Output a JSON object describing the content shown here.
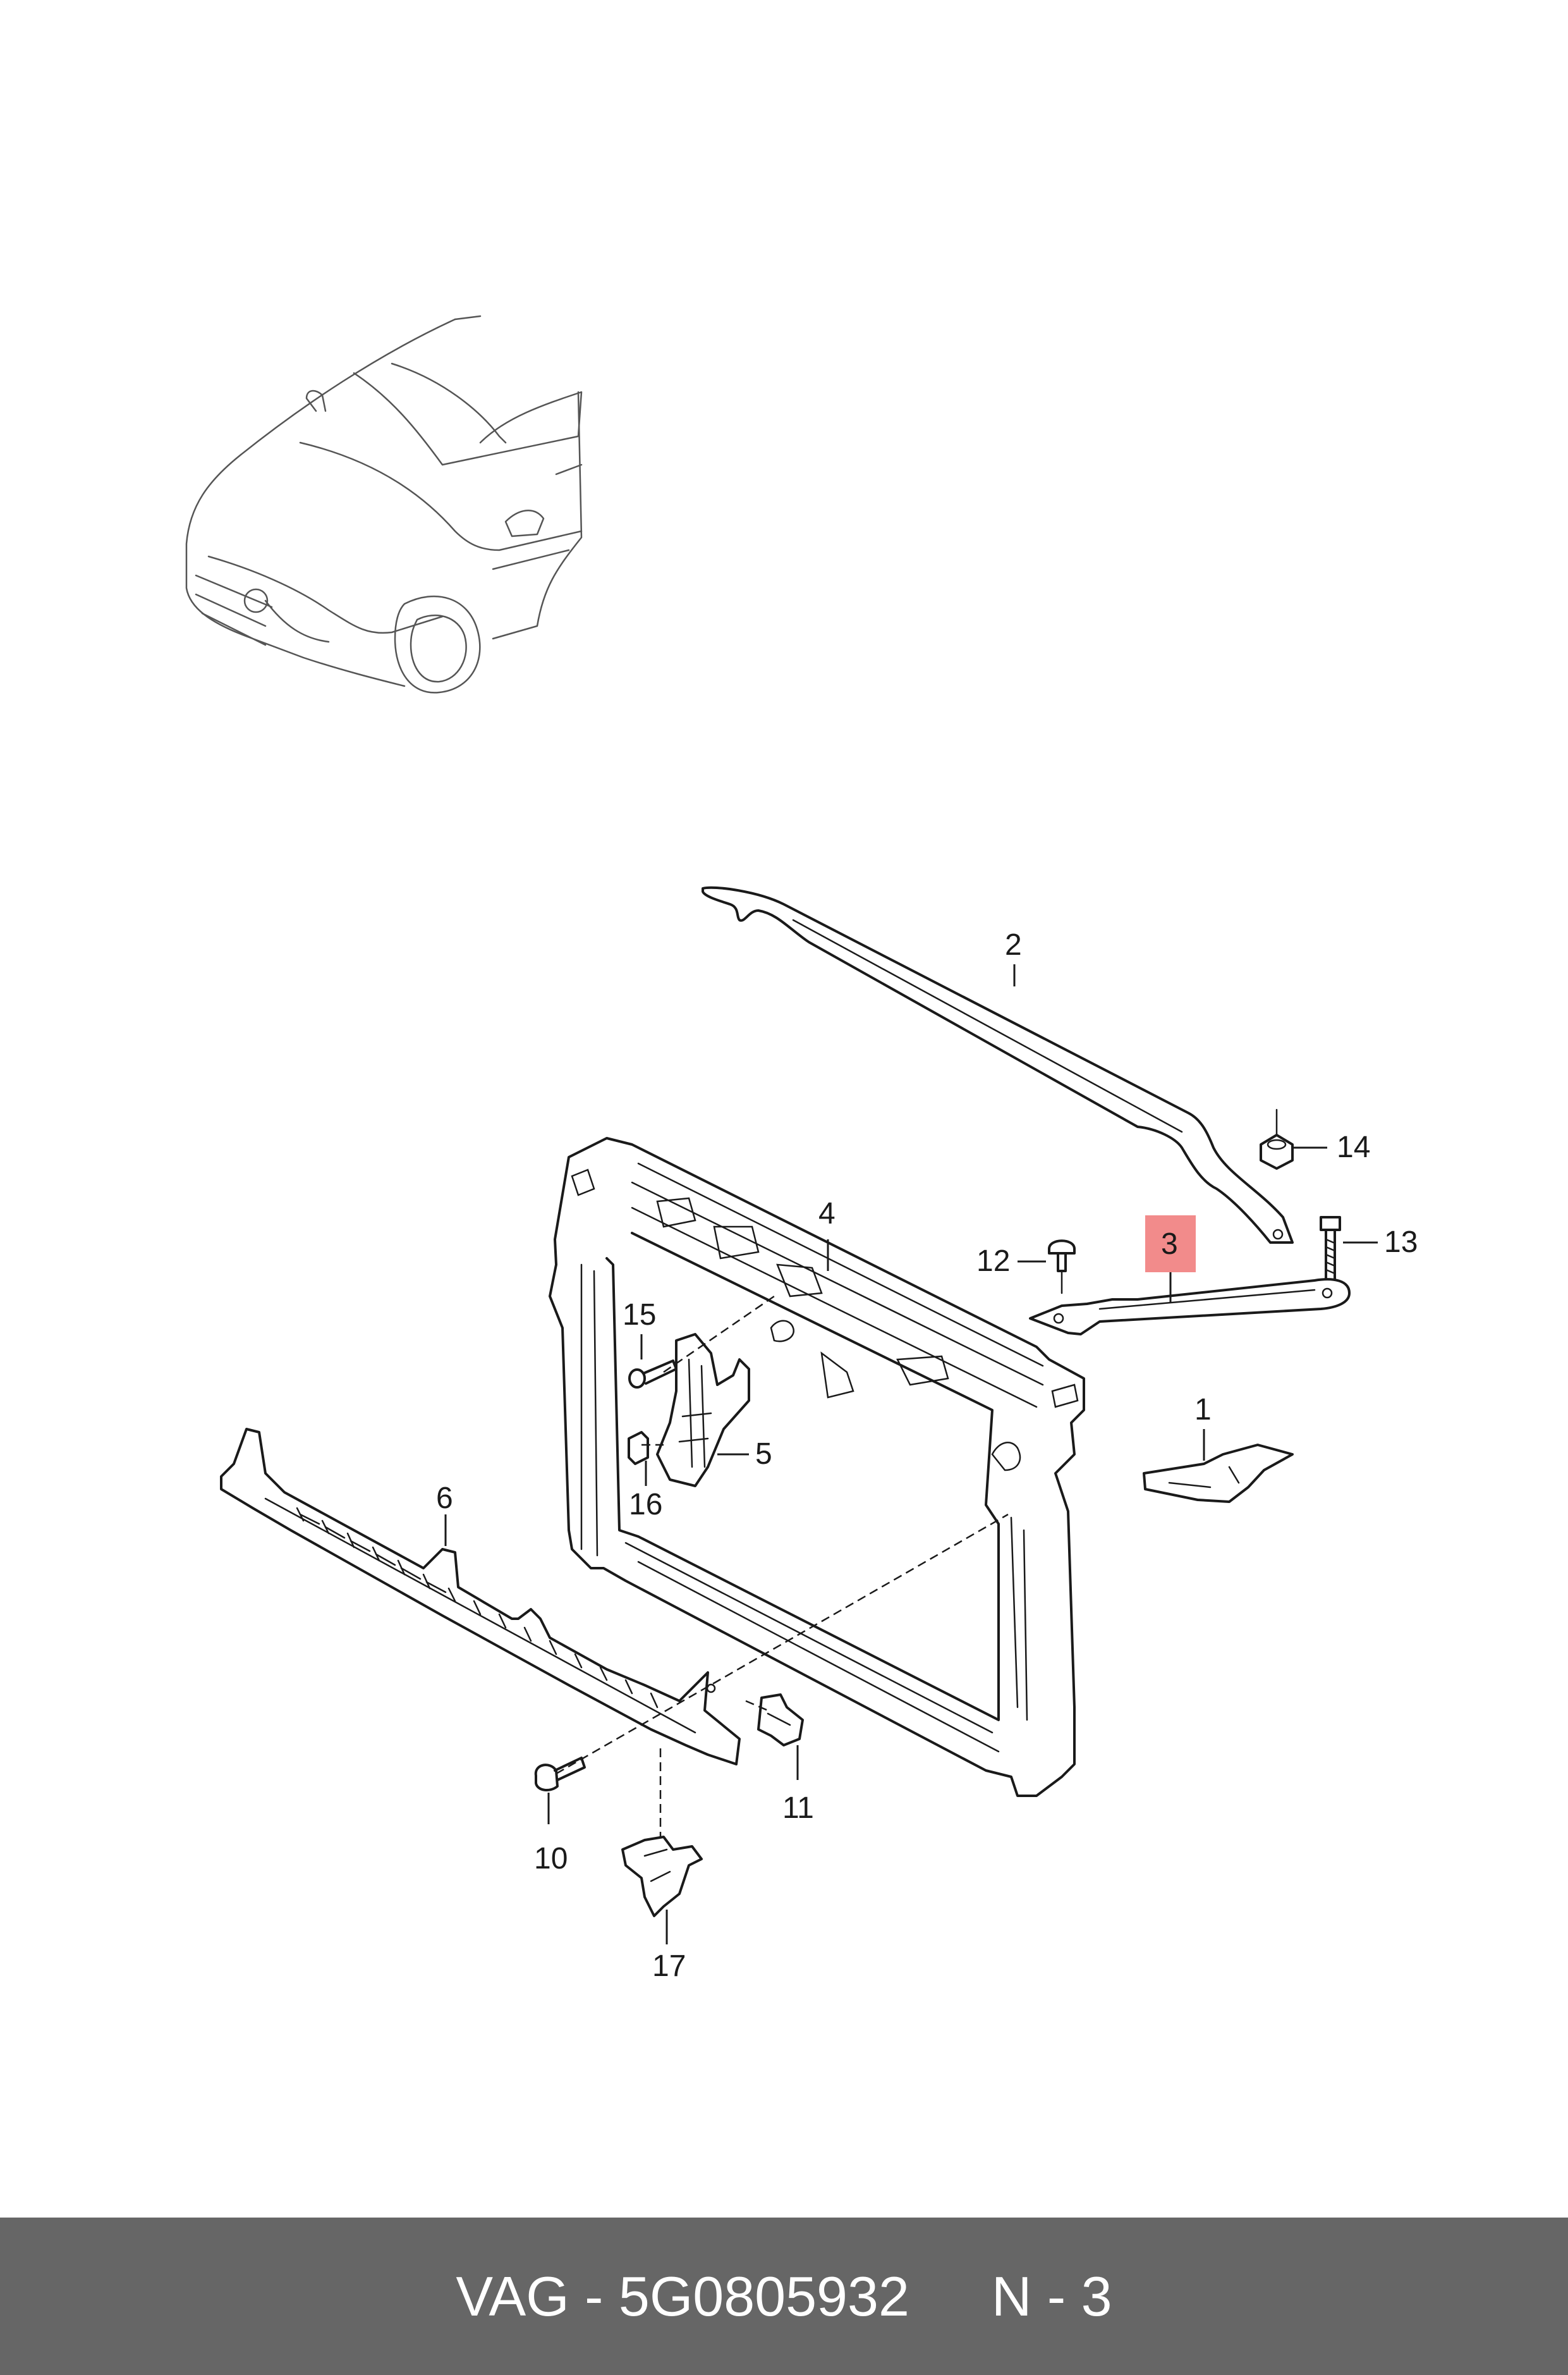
{
  "diagram": {
    "highlight_color": "#f28b8b",
    "highlighted_callout": "3",
    "callouts": {
      "c1": "1",
      "c2": "2",
      "c3": "3",
      "c4": "4",
      "c5": "5",
      "c6": "6",
      "c10": "10",
      "c11": "11",
      "c12": "12",
      "c13": "13",
      "c14": "14",
      "c15": "15",
      "c16": "16",
      "c17": "17"
    }
  },
  "footer": {
    "part_label": "VAG - 5G0805932",
    "position_label": "N - 3",
    "background": "#666666"
  }
}
